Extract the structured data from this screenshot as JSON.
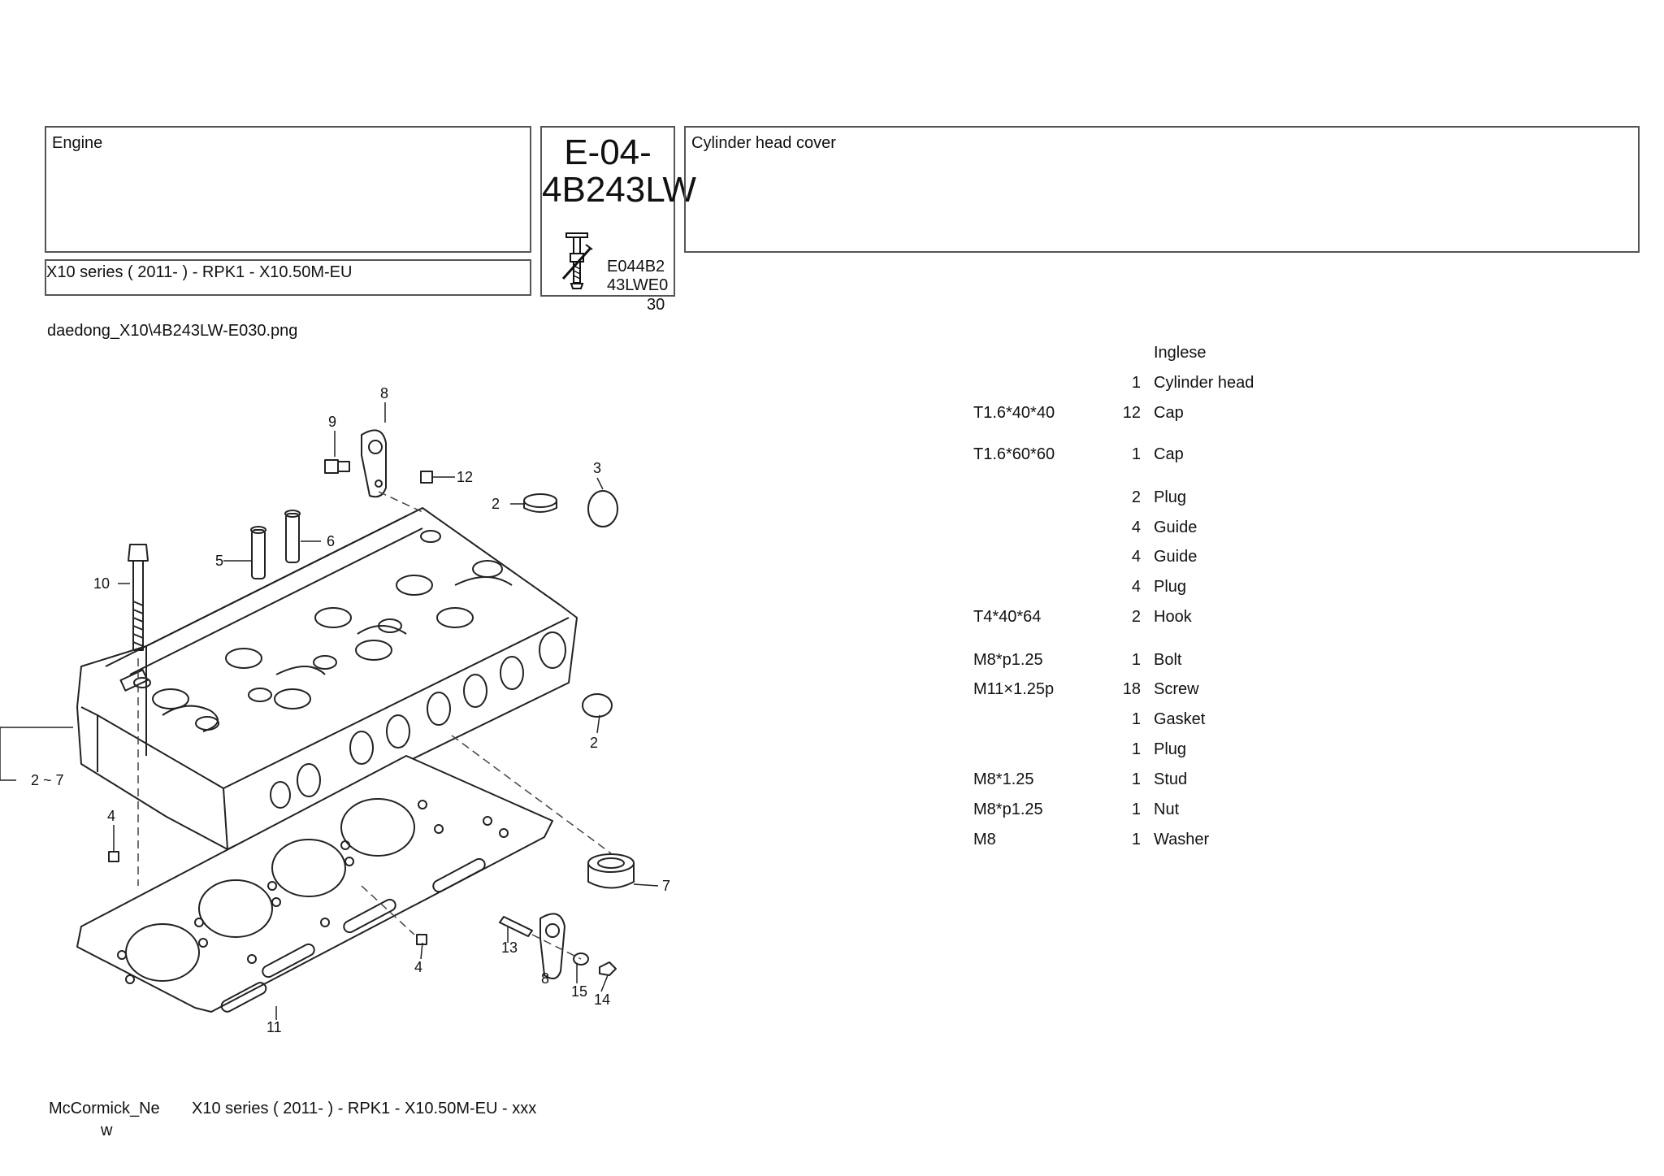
{
  "header": {
    "category": "Engine",
    "series": "X10 series ( 2011- ) - RPK1    - X10.50M-EU",
    "code_big": "E-04-4B243LW",
    "code_small": "E044B2\n43LWE0",
    "code_page": "30",
    "description": "Cylinder head cover"
  },
  "filename": "daedong_X10\\4B243LW-E030.png",
  "parts": {
    "language_header": "Inglese",
    "rows": [
      {
        "code": "",
        "qty": "1",
        "desc": "Cylinder head"
      },
      {
        "code": "T1.6*40*40",
        "qty": "12",
        "desc": "Cap"
      },
      {
        "code": "T1.6*60*60",
        "qty": "1",
        "desc": "Cap"
      },
      {
        "code": "",
        "qty": "2",
        "desc": "Plug"
      },
      {
        "code": "",
        "qty": "4",
        "desc": "Guide"
      },
      {
        "code": "",
        "qty": "4",
        "desc": "Guide"
      },
      {
        "code": "",
        "qty": "4",
        "desc": "Plug"
      },
      {
        "code": "T4*40*64",
        "qty": "2",
        "desc": "Hook"
      },
      {
        "code": "M8*p1.25",
        "qty": "1",
        "desc": "Bolt"
      },
      {
        "code": "M11×1.25p",
        "qty": "18",
        "desc": "Screw"
      },
      {
        "code": "",
        "qty": "1",
        "desc": "Gasket"
      },
      {
        "code": "",
        "qty": "1",
        "desc": "Plug"
      },
      {
        "code": "M8*1.25",
        "qty": "1",
        "desc": "Stud"
      },
      {
        "code": "M8*p1.25",
        "qty": "1",
        "desc": "Nut"
      },
      {
        "code": "M8",
        "qty": "1",
        "desc": "Washer"
      }
    ]
  },
  "diagram": {
    "callouts": [
      "8",
      "9",
      "12",
      "3",
      "2",
      "6",
      "5",
      "10",
      "2",
      "2 ~ 7",
      "4",
      "7",
      "13",
      "4",
      "8",
      "15",
      "14",
      "11"
    ]
  },
  "footer": {
    "brand_line1": "McCormick_Ne",
    "brand_line2": "w",
    "series": "X10 series ( 2011- ) - RPK1    - X10.50M-EU - xxx"
  }
}
